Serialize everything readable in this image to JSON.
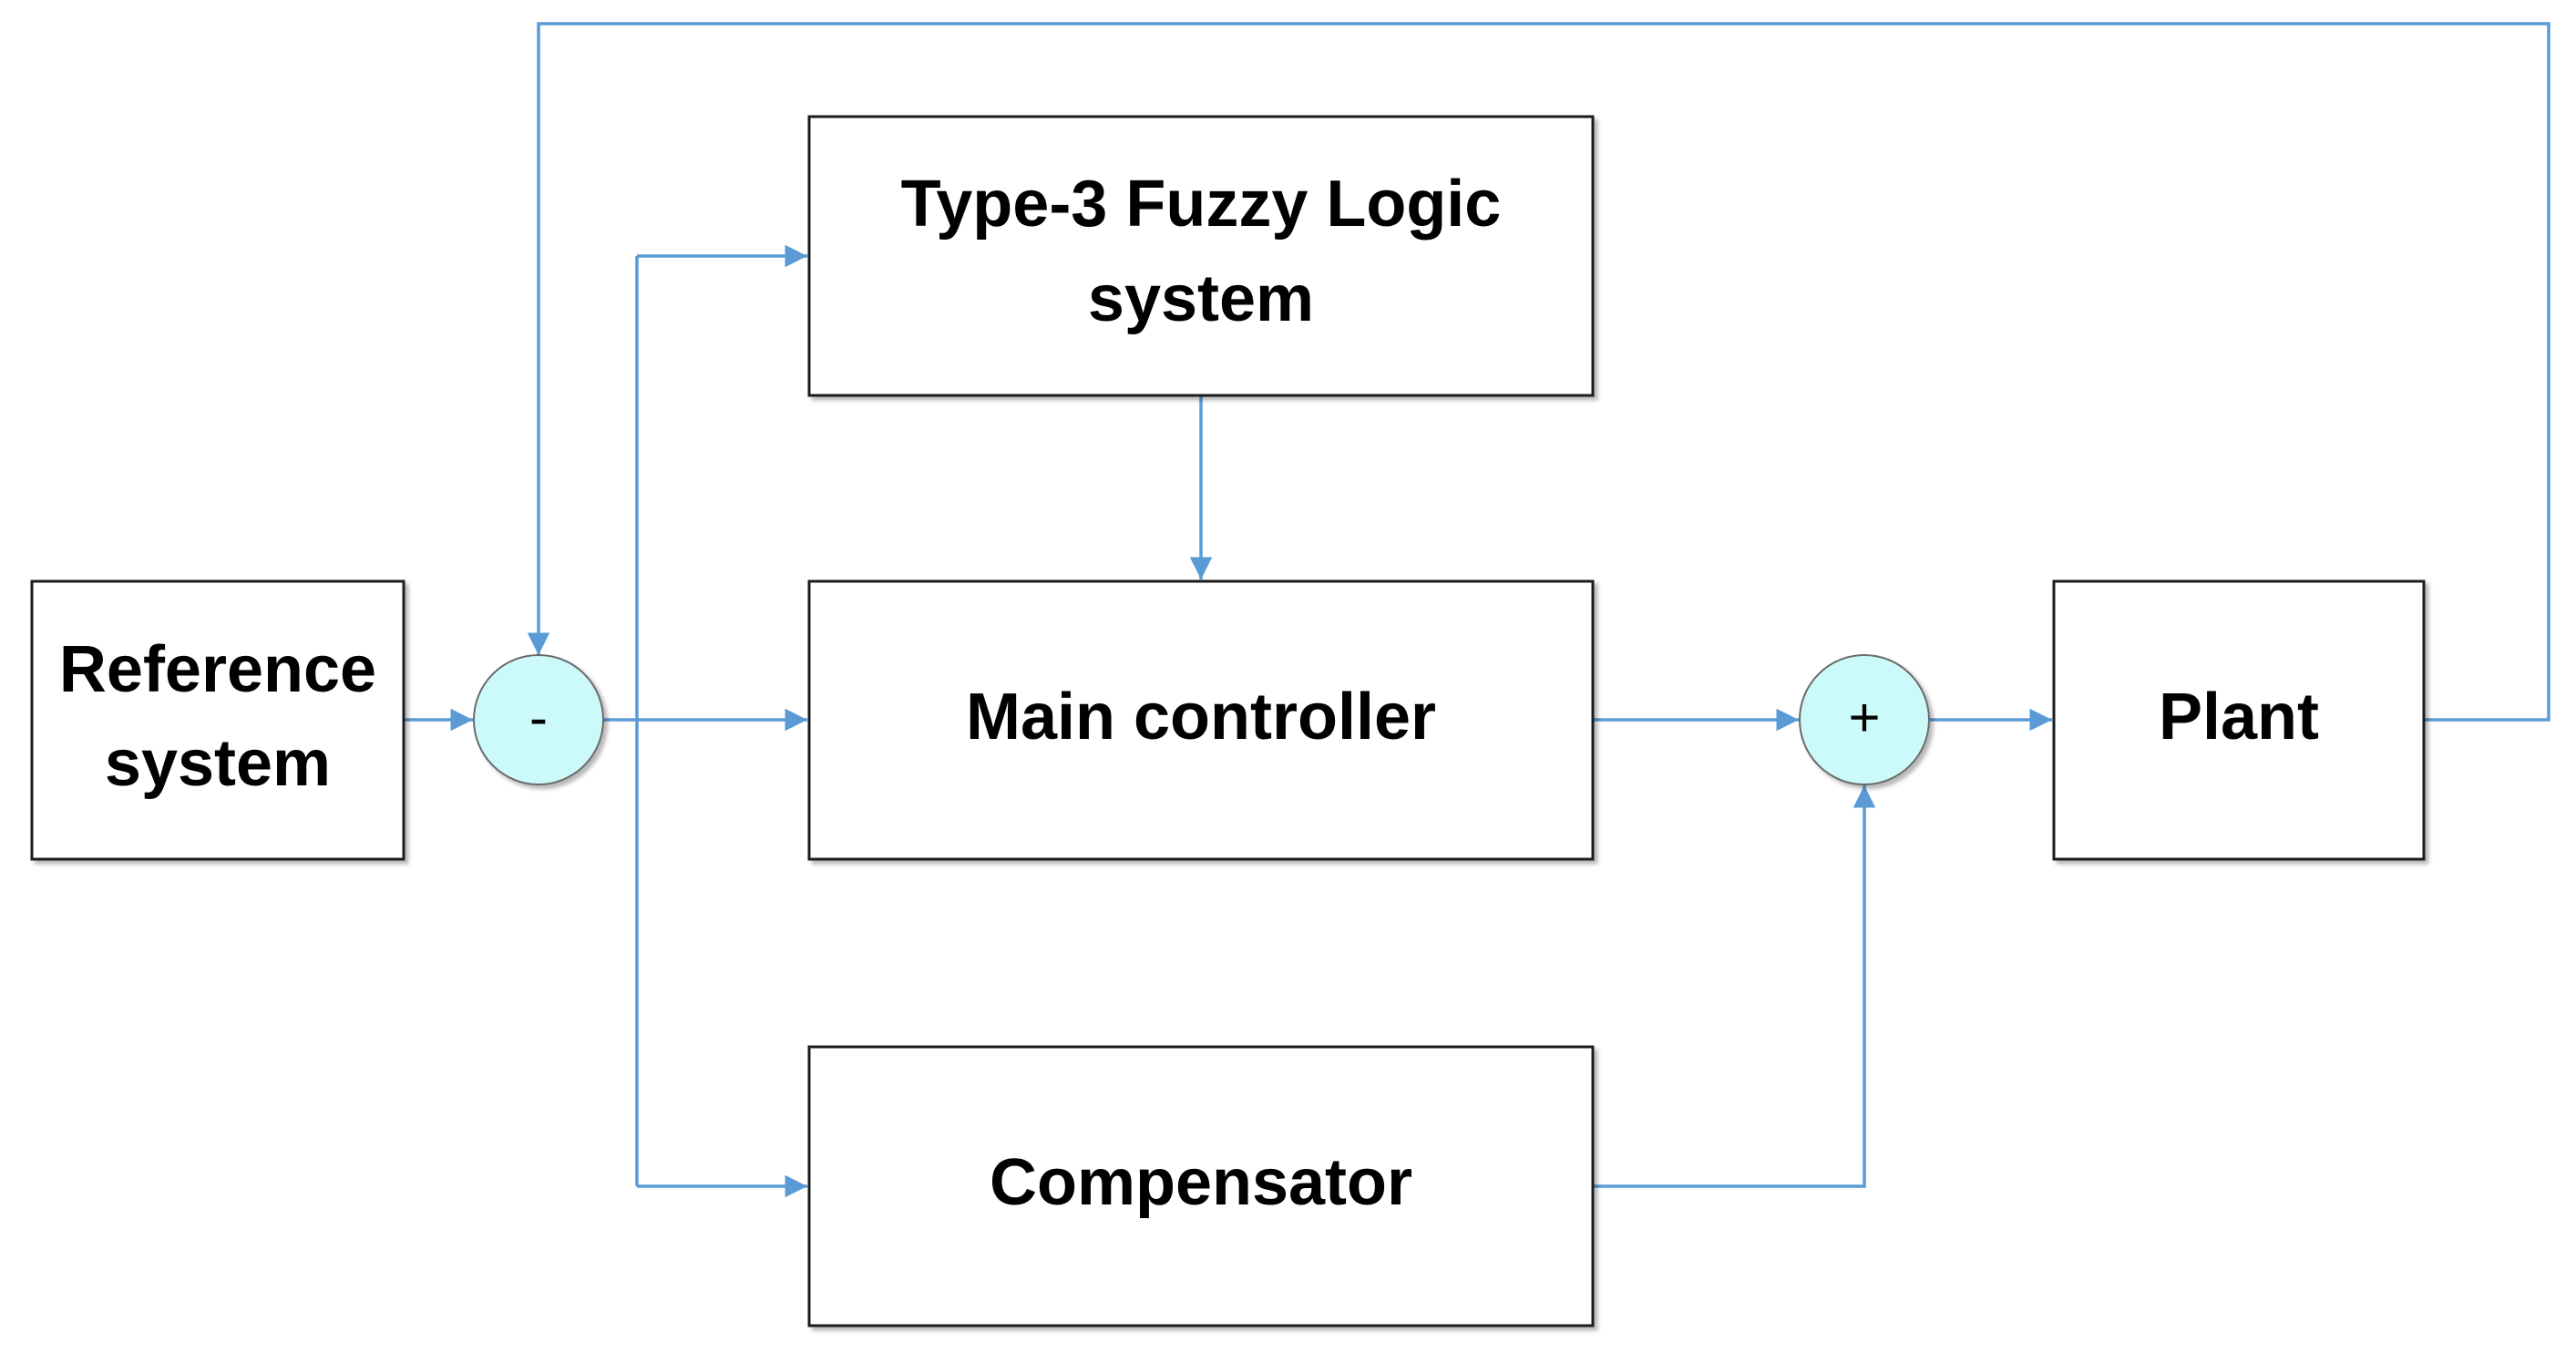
{
  "blocks": {
    "reference": {
      "line1": "Reference",
      "line2": "system"
    },
    "type3": {
      "line1": "Type-3 Fuzzy Logic",
      "line2": "system"
    },
    "main": {
      "label": "Main controller"
    },
    "compensator": {
      "label": "Compensator"
    },
    "plant": {
      "label": "Plant"
    }
  },
  "junctions": {
    "subtract": {
      "symbol": "-"
    },
    "add": {
      "symbol": "+"
    }
  },
  "colors": {
    "connector": "#5b9bd5",
    "junction_fill": "#ccfafb",
    "block_border": "#1a1a1a"
  }
}
